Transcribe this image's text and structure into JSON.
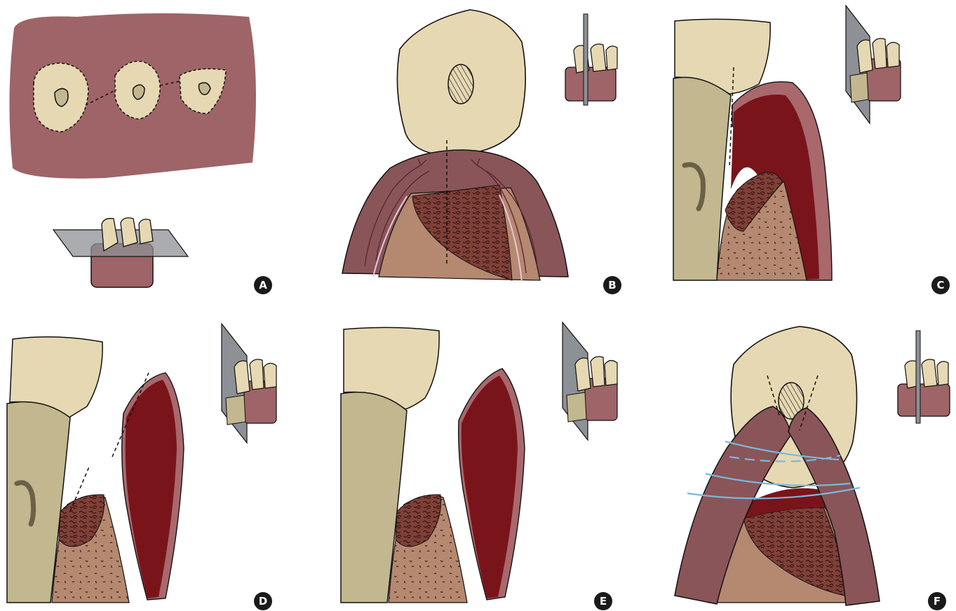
{
  "panels": [
    {
      "id": "A",
      "label": "A",
      "name": "panel-a",
      "caption": ""
    },
    {
      "id": "B",
      "label": "B",
      "name": "panel-b",
      "caption": ""
    },
    {
      "id": "C",
      "label": "C",
      "name": "panel-c",
      "caption": ""
    },
    {
      "id": "D",
      "label": "D",
      "name": "panel-d",
      "caption": ""
    },
    {
      "id": "E",
      "label": "E",
      "name": "panel-e",
      "caption": ""
    },
    {
      "id": "F",
      "label": "F",
      "name": "panel-f",
      "caption": ""
    }
  ],
  "colors": {
    "gingiva": "#9e6468",
    "gingiva_dark": "#8a5558",
    "tooth_crown": "#e6d8b2",
    "root": "#c2b78f",
    "bone": "#b58870",
    "graft": "#7e4038",
    "flap_red": "#7a141b",
    "flap_rim": "#a8686c",
    "vessel": "#5e2236",
    "suture": "#78b9dc",
    "plane": "#8d9095",
    "badge": "#1a1a1a",
    "outline": "#111111"
  }
}
